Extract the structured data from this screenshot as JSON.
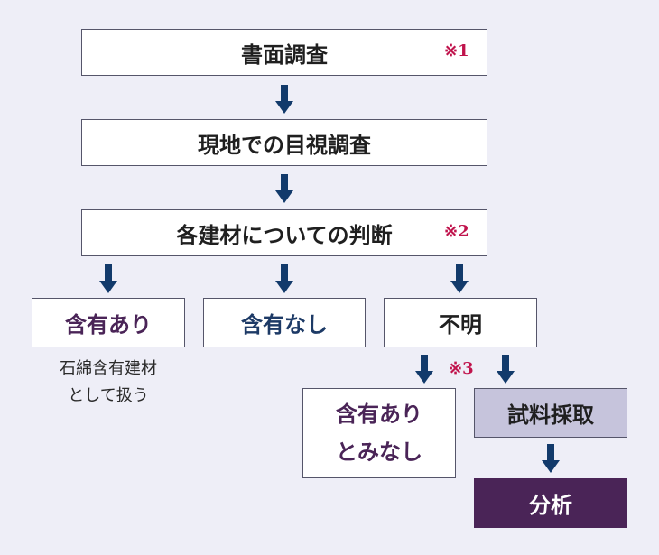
{
  "boxes": {
    "document_survey": "書面調査",
    "onsite_visual": "現地での目視調査",
    "judgment": "各建材についての判断",
    "contains": "含有あり",
    "not_contains": "含有なし",
    "unknown": "不明",
    "deemed_line1": "含有あり",
    "deemed_line2": "とみなし",
    "sampling": "試料採取",
    "analysis": "分析"
  },
  "notes": {
    "n1": "※1",
    "n2": "※2",
    "n3": "※3"
  },
  "captions": {
    "asbestos_line1": "石綿含有建材",
    "asbestos_line2": "として扱う"
  },
  "colors": {
    "arrow": "#123a6b",
    "note": "#c0134c",
    "purple_text": "#4a2457",
    "navy_text": "#1d3a66",
    "sampling_fill": "#c6c4dc",
    "analysis_fill": "#4a2457",
    "background": "#eeeef7"
  }
}
